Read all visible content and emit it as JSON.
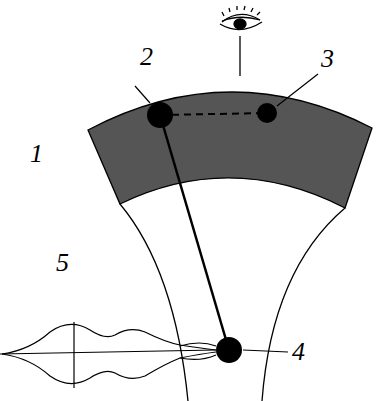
{
  "diagram": {
    "labels": [
      "2",
      "3",
      "1",
      "5",
      "4"
    ]
  }
}
